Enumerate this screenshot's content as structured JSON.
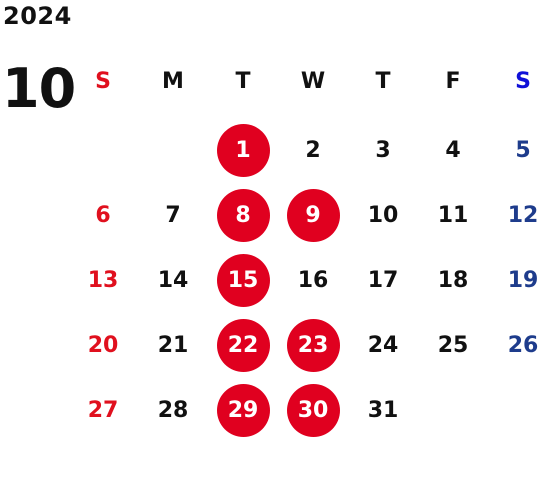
{
  "calendar": {
    "year": "2024",
    "month": "10",
    "weekdays": [
      "S",
      "M",
      "T",
      "W",
      "T",
      "F",
      "S"
    ],
    "colors": {
      "text": "#111111",
      "sunday": "#e0101e",
      "saturday": "#1e3c8c",
      "saturday_header": "#1010d8",
      "highlight_circle": "#e0001f",
      "highlight_text": "#ffffff"
    },
    "weeks": [
      [
        "",
        "",
        "1",
        "2",
        "3",
        "4",
        "5"
      ],
      [
        "6",
        "7",
        "8",
        "9",
        "10",
        "11",
        "12"
      ],
      [
        "13",
        "14",
        "15",
        "16",
        "17",
        "18",
        "19"
      ],
      [
        "20",
        "21",
        "22",
        "23",
        "24",
        "25",
        "26"
      ],
      [
        "27",
        "28",
        "29",
        "30",
        "31",
        "",
        ""
      ]
    ],
    "highlighted_days": [
      "1",
      "8",
      "9",
      "15",
      "22",
      "23",
      "29",
      "30"
    ]
  }
}
